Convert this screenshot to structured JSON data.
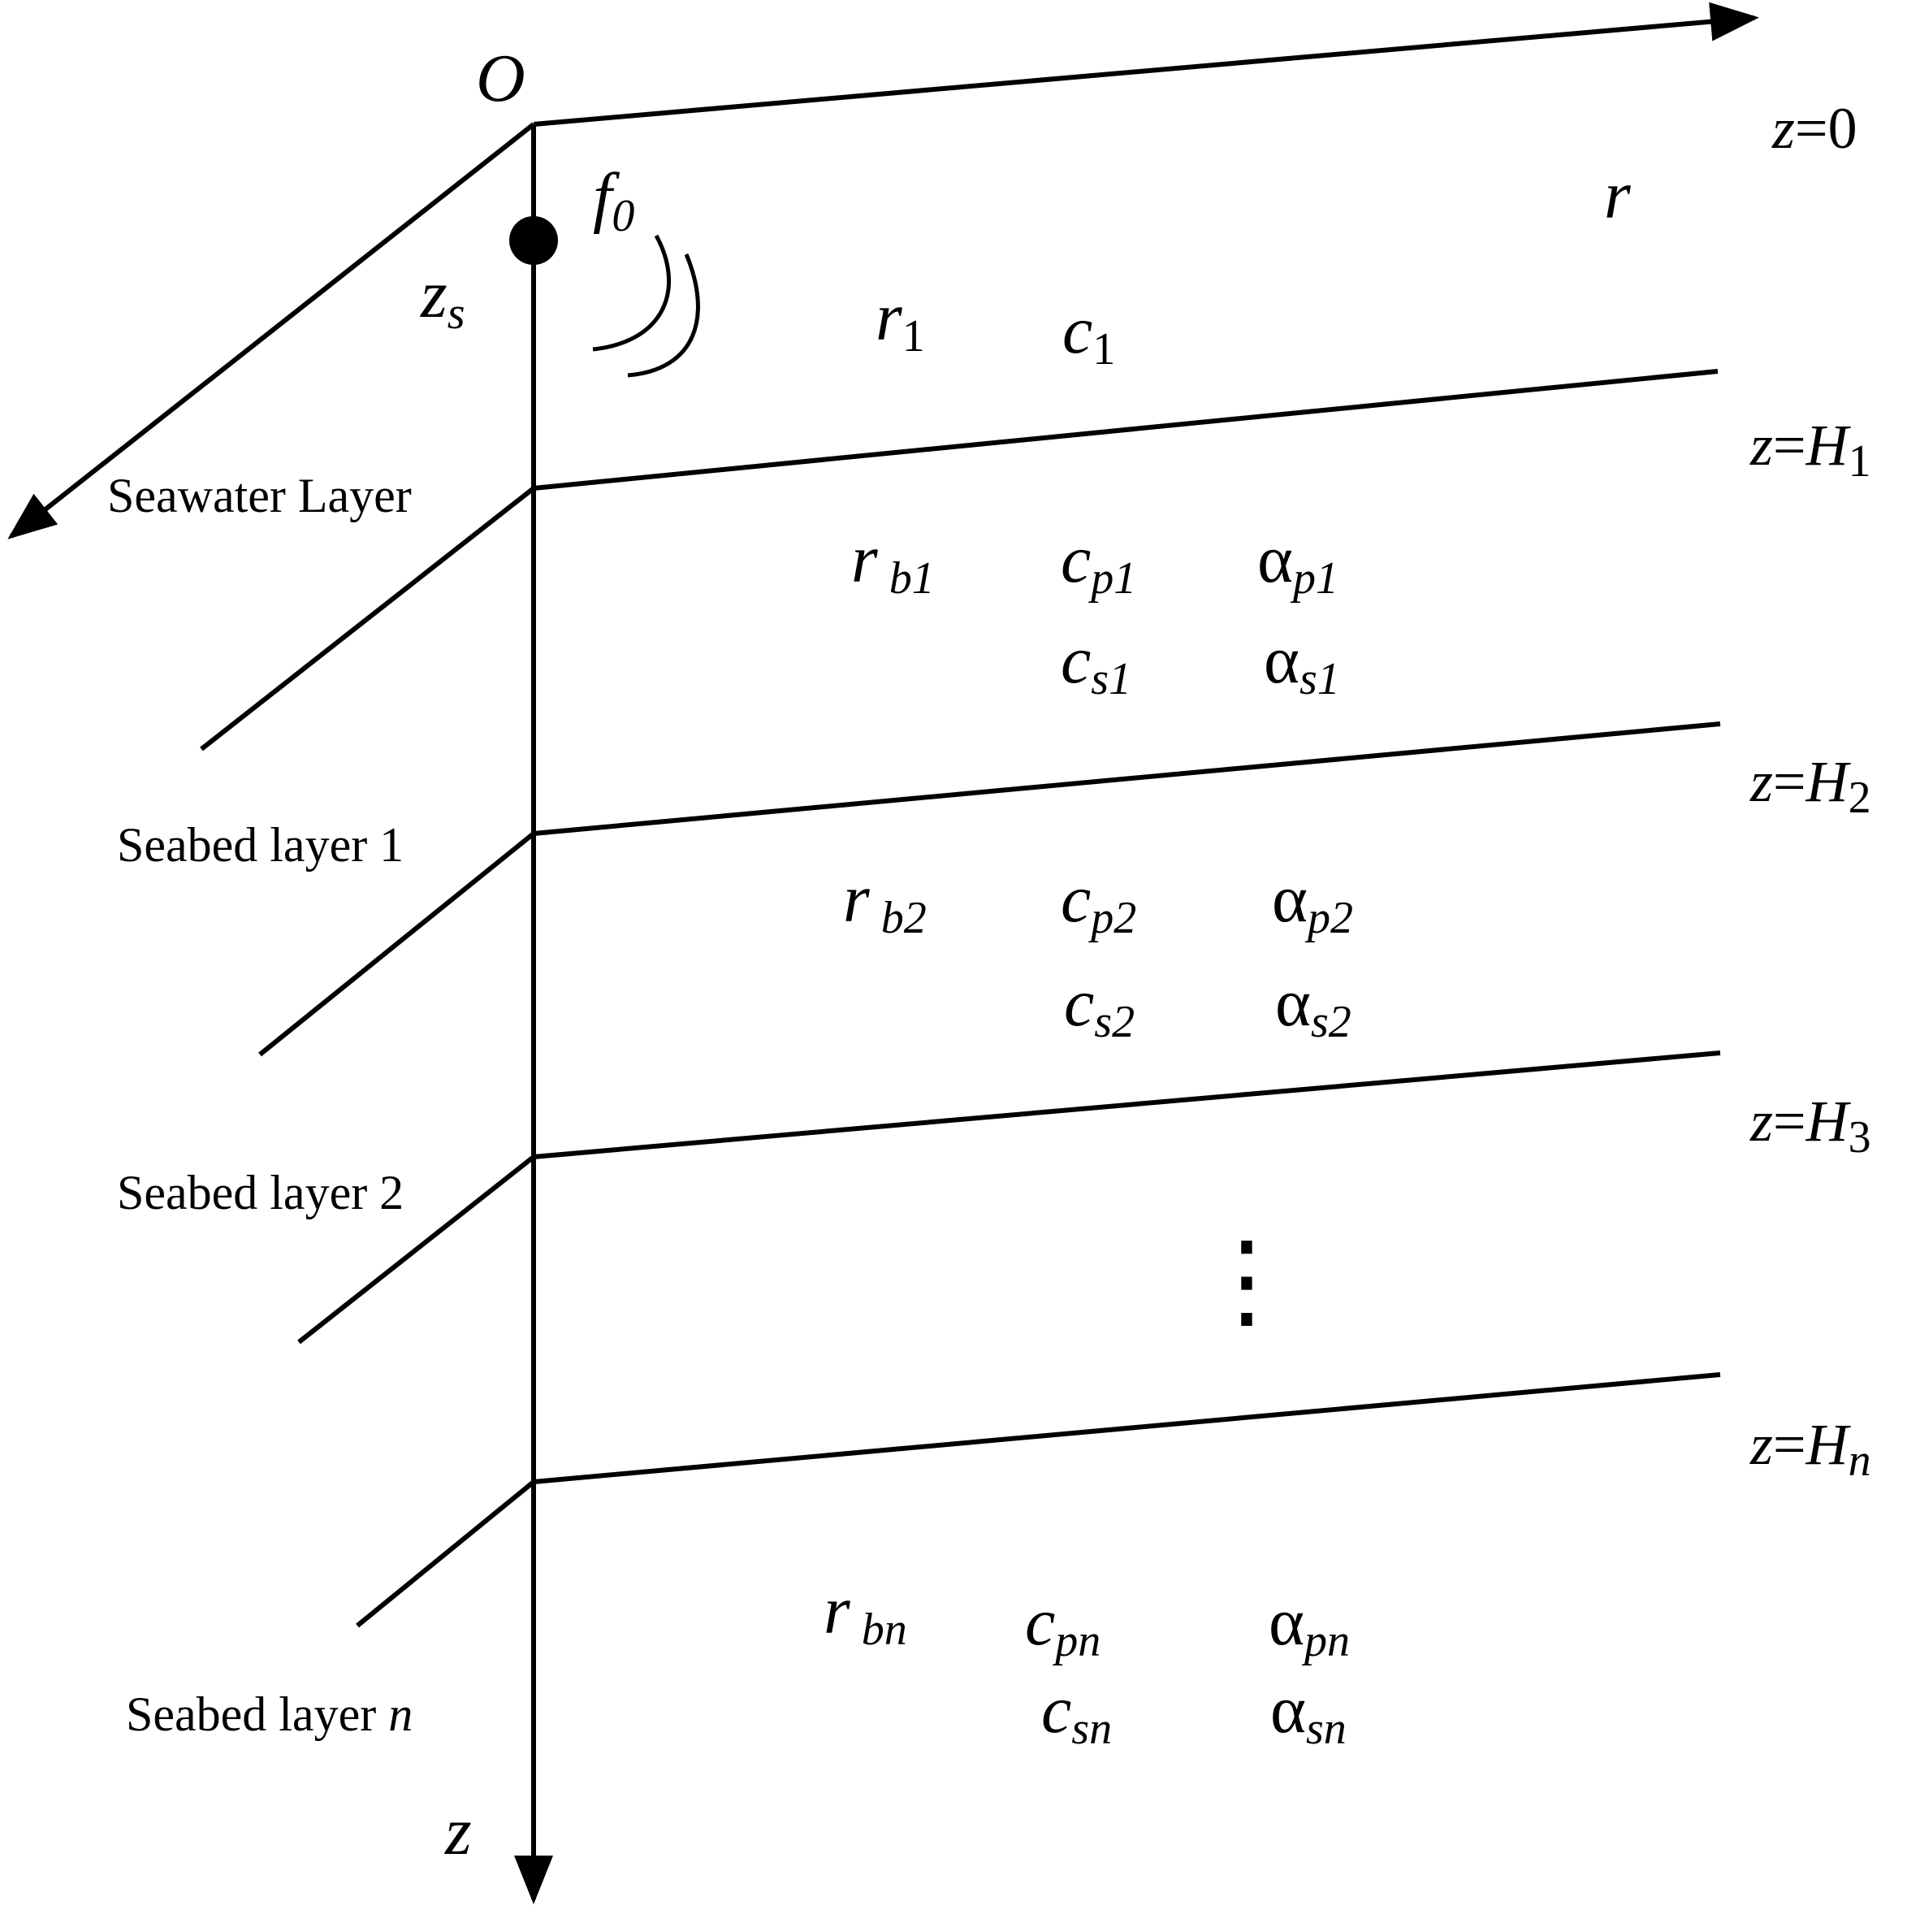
{
  "axes": {
    "origin": "O",
    "range_axis": "r",
    "depth_axis": "z"
  },
  "source": {
    "depth": {
      "base": "z",
      "sub": "s"
    },
    "frequency": {
      "base": "f",
      "sub": "0"
    }
  },
  "interfaces": [
    {
      "lhs": "z",
      "eq": "=",
      "rhs": "0",
      "sub": ""
    },
    {
      "lhs": "z",
      "eq": "=",
      "rhs": "H",
      "sub": "1"
    },
    {
      "lhs": "z",
      "eq": "=",
      "rhs": "H",
      "sub": "2"
    },
    {
      "lhs": "z",
      "eq": "=",
      "rhs": "H",
      "sub": "3"
    },
    {
      "lhs": "z",
      "eq": "=",
      "rhs": "H",
      "sub": "n"
    }
  ],
  "layers": [
    {
      "name": "Seawater Layer",
      "params": [
        {
          "base": "r",
          "sub": "1"
        },
        {
          "base": "c",
          "sub": "1"
        }
      ]
    },
    {
      "name_text": "Seabed layer 1",
      "params": [
        {
          "base": "r",
          "sub": " b1"
        },
        {
          "base": "c",
          "sub": "p1"
        },
        {
          "base": "α",
          "sub": "p1"
        },
        {
          "base": "c",
          "sub": "s1"
        },
        {
          "base": "α",
          "sub": "s1"
        }
      ]
    },
    {
      "name_text": "Seabed layer 2",
      "params": [
        {
          "base": "r",
          "sub": " b2"
        },
        {
          "base": "c",
          "sub": "p2"
        },
        {
          "base": "α",
          "sub": "p2"
        },
        {
          "base": "c",
          "sub": "s2"
        },
        {
          "base": "α",
          "sub": "s2"
        }
      ]
    },
    {
      "name_text": "Seabed layer ",
      "name_italic": "n",
      "params": [
        {
          "base": "r",
          "sub": " bn"
        },
        {
          "base": "c",
          "sub": "pn"
        },
        {
          "base": "α",
          "sub": "pn"
        },
        {
          "base": "c",
          "sub": "sn"
        },
        {
          "base": "α",
          "sub": "sn"
        }
      ]
    }
  ],
  "ellipsis": "⋮",
  "colors": {
    "ink": "#000000",
    "background": "#ffffff"
  }
}
